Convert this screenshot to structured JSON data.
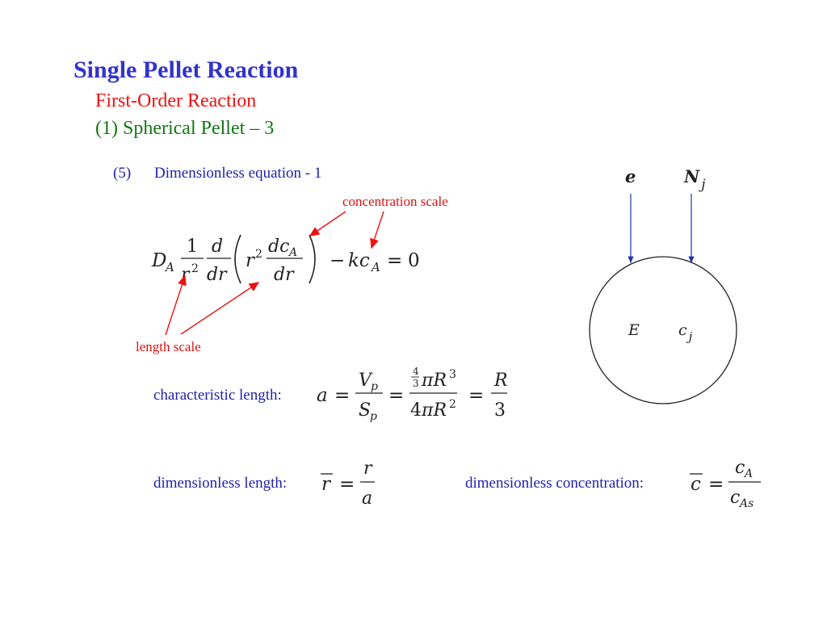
{
  "slide": {
    "title": "Single Pellet Reaction",
    "subtitle1": "First-Order Reaction",
    "subtitle2": "(1) Spherical Pellet – 3"
  },
  "step": {
    "number": "(5)",
    "text": "Dimensionless equation - 1"
  },
  "annotations": {
    "concentration_scale": "concentration scale",
    "length_scale": "length scale"
  },
  "labels": {
    "characteristic_length": "characteristic length:",
    "dimensionless_length": "dimensionless length:",
    "dimensionless_concentration": "dimensionless concentration:"
  },
  "diagram": {
    "e_label": "e",
    "N_label": "N",
    "N_sub": "j",
    "E_label": "E",
    "c_label": "c",
    "c_sub": "j"
  },
  "colors": {
    "title": "#3333cc",
    "subtitle1": "#ee1111",
    "subtitle2": "#117711",
    "body": "#2222aa",
    "annotation": "#dd1111",
    "arrow_red": "#ee1111",
    "arrow_blue": "#2233aa"
  }
}
